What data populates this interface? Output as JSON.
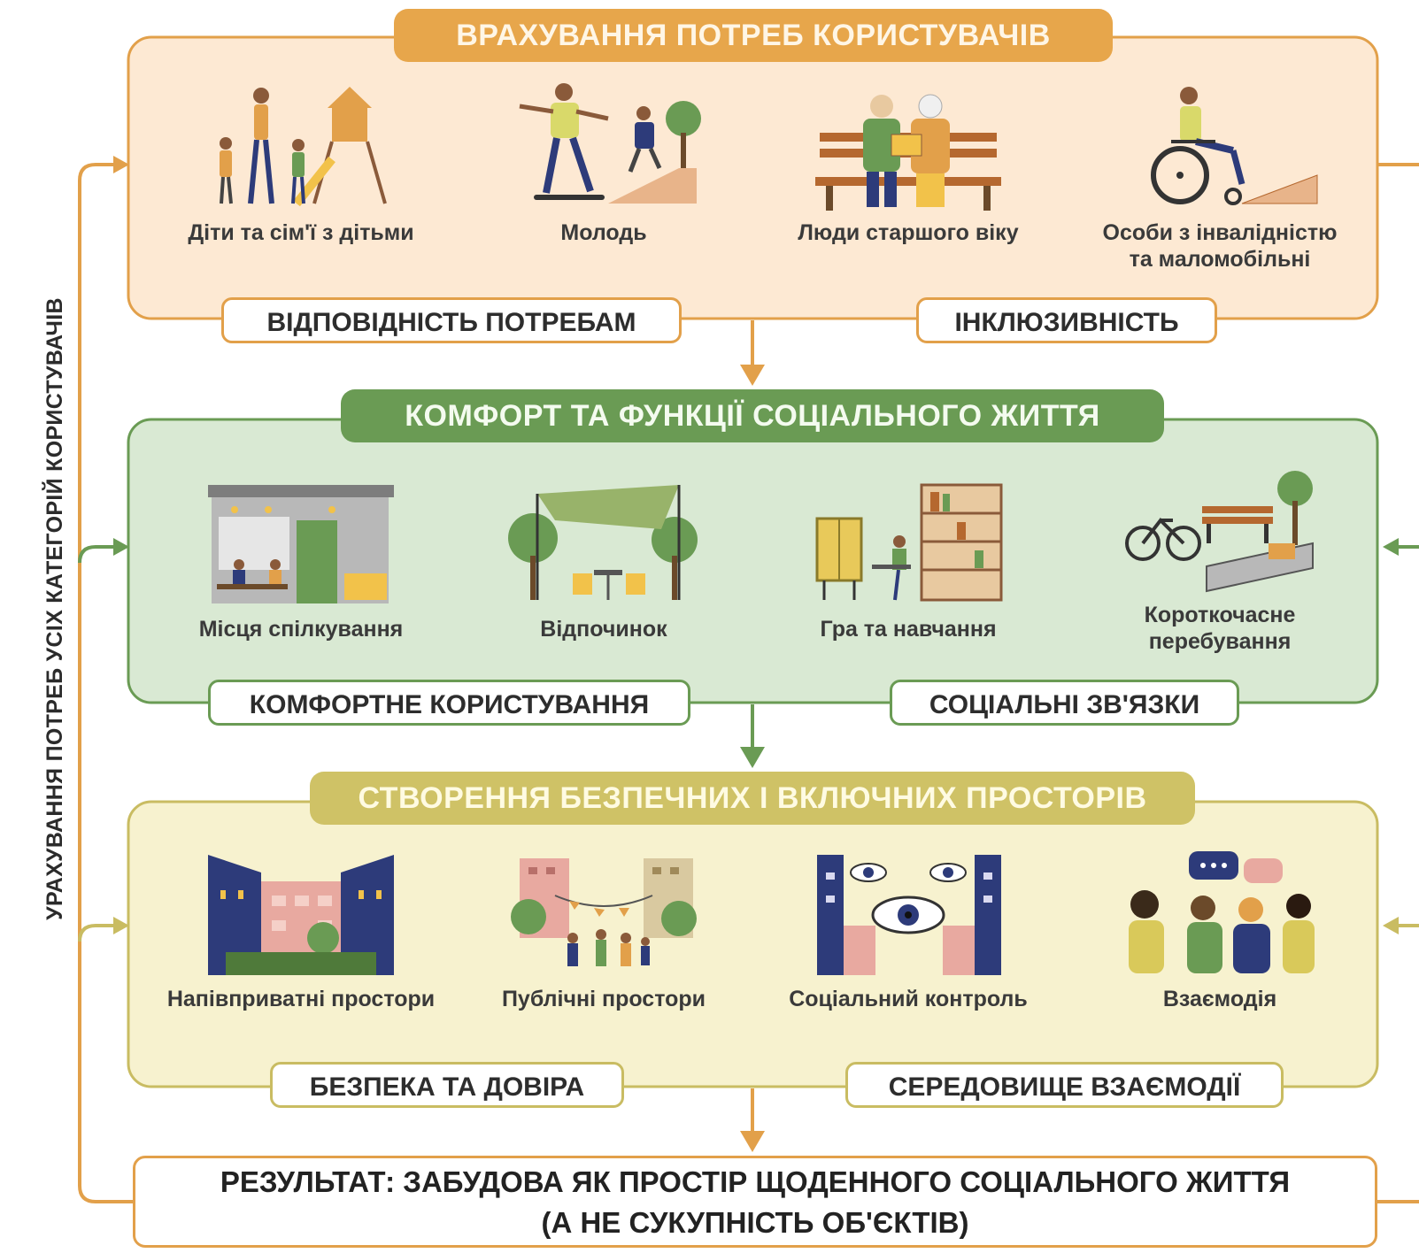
{
  "side_label": "УРАХУВАННЯ ПОТРЕБ УСІХ КАТЕГОРІЙ КОРИСТУВАЧІВ",
  "colors": {
    "orange": "#e2a04a",
    "orange_fill": "#fde9d3",
    "green": "#6a9b54",
    "green_fill": "#d9e9d3",
    "yellow": "#c9bc62",
    "yellow_fill": "#f7f2cf",
    "text": "#2d2d2d"
  },
  "sections": [
    {
      "id": "users",
      "title": "ВРАХУВАННЯ ПОТРЕБ КОРИСТУВАЧІВ",
      "items": [
        {
          "label": "Діти та сім'ї з дітьми",
          "icon": "family-playground-icon"
        },
        {
          "label": "Молодь",
          "icon": "youth-skateboard-icon"
        },
        {
          "label": "Люди старшого віку",
          "icon": "elderly-bench-icon"
        },
        {
          "label": "Особи з інвалідністю\nта маломобільні",
          "icon": "wheelchair-ramp-icon"
        }
      ],
      "principles": [
        "ВІДПОВІДНІСТЬ ПОТРЕБАМ",
        "ІНКЛЮЗИВНІСТЬ"
      ]
    },
    {
      "id": "comfort",
      "title": "КОМФОРТ ТА ФУНКЦІЇ СОЦІАЛЬНОГО ЖИТТЯ",
      "items": [
        {
          "label": "Місця спілкування",
          "icon": "cafe-icon"
        },
        {
          "label": "Відпочинок",
          "icon": "park-shade-icon"
        },
        {
          "label": "Гра та навчання",
          "icon": "library-icon"
        },
        {
          "label": "Короткочасне\nперебування",
          "icon": "bike-bench-icon"
        }
      ],
      "principles": [
        "КОМФОРТНЕ КОРИСТУВАННЯ",
        "СОЦІАЛЬНІ ЗВ'ЯЗКИ"
      ]
    },
    {
      "id": "safety",
      "title": "СТВОРЕННЯ БЕЗПЕЧНИХ І ВКЛЮЧНИХ ПРОСТОРІВ",
      "items": [
        {
          "label": "Напівприватні простори",
          "icon": "courtyard-icon"
        },
        {
          "label": "Публічні простори",
          "icon": "public-square-icon"
        },
        {
          "label": "Соціальний контроль",
          "icon": "eyes-on-street-icon"
        },
        {
          "label": "Взаємодія",
          "icon": "conversation-icon"
        }
      ],
      "principles": [
        "БЕЗПЕКА ТА ДОВІРА",
        "СЕРЕДОВИЩЕ ВЗАЄМОДІЇ"
      ]
    }
  ],
  "result": {
    "line1": "РЕЗУЛЬТАТ: ЗАБУДОВА ЯК ПРОСТІР ЩОДЕННОГО СОЦІАЛЬНОГО ЖИТТЯ",
    "line2": "(А НЕ СУКУПНІСТЬ ОБ'ЄКТІВ)"
  }
}
